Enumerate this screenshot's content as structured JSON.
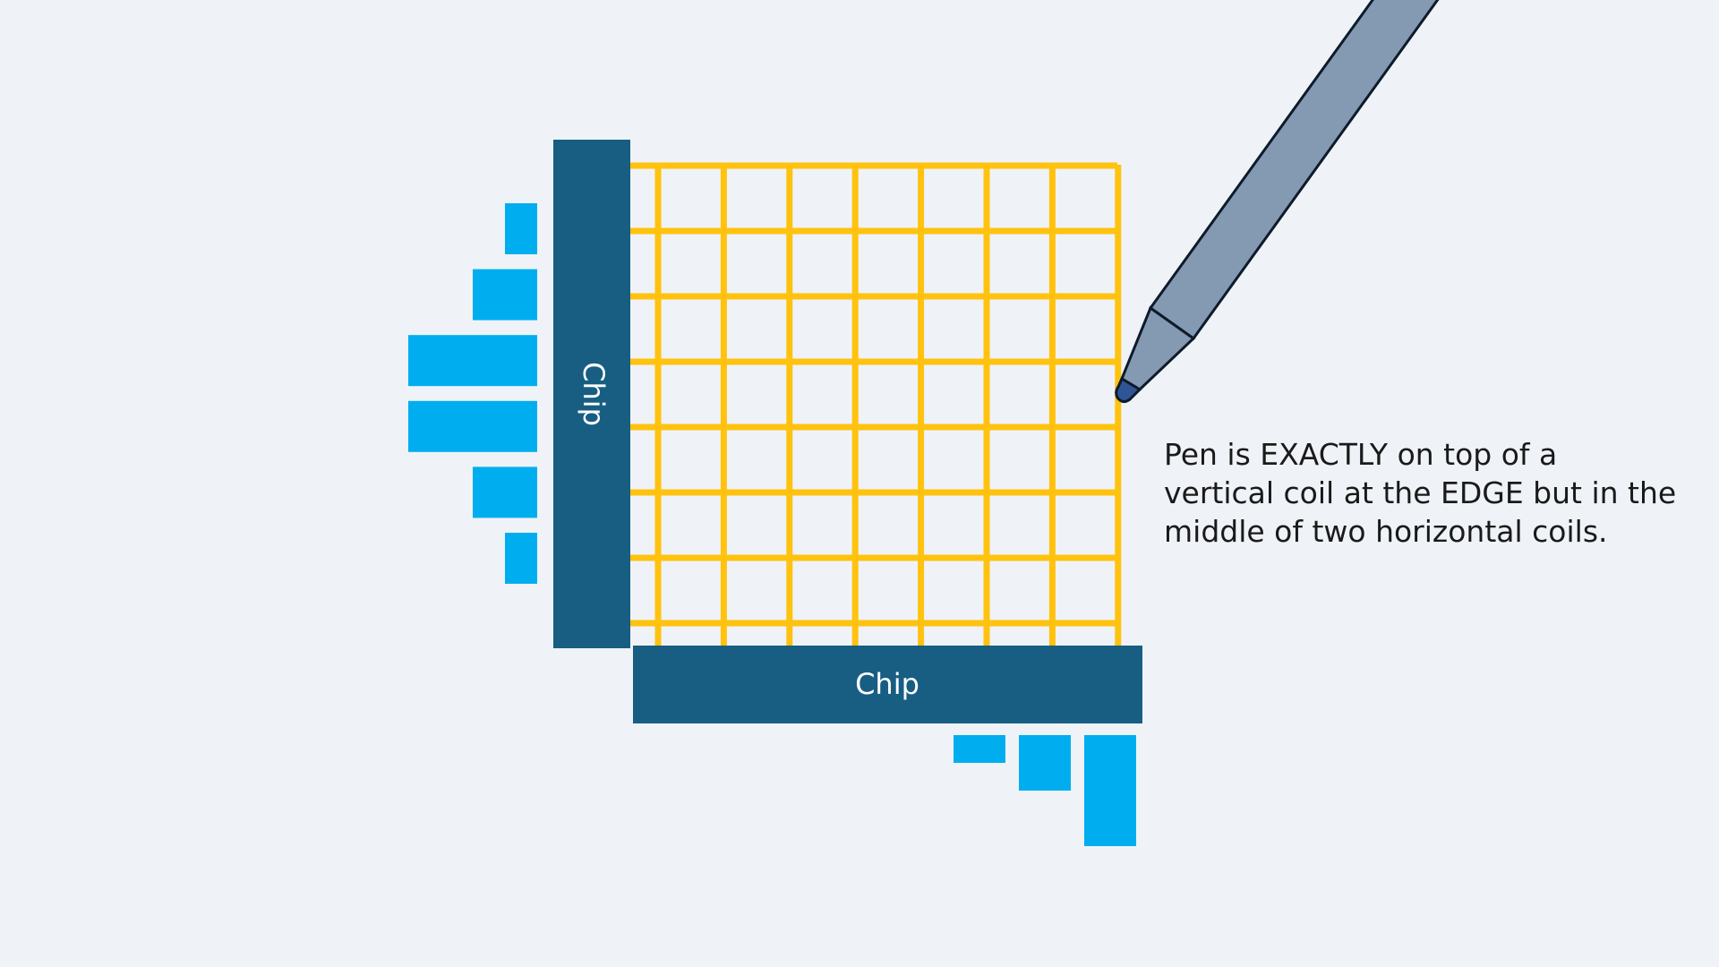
{
  "coil_grid": {
    "vertical_coil_count": 8,
    "horizontal_coil_count": 8,
    "coil_color": "#ffc20e"
  },
  "chips": {
    "left_label": "Chip",
    "bottom_label": "Chip",
    "chip_color": "#175e82"
  },
  "signal_bars": {
    "bar_color": "#00aeef",
    "left_levels": [
      1,
      2,
      4,
      4,
      2,
      1
    ],
    "bottom_levels": [
      1,
      2,
      4
    ]
  },
  "pen": {
    "body_color": "#8499b2",
    "tip_color": "#2f5597",
    "outline_color": "#0d1b2a"
  },
  "annotation": {
    "line_1": "Pen is EXACTLY on top of a",
    "line_2": "vertical coil at the EDGE but in the",
    "line_3": "middle of two horizontal coils."
  }
}
